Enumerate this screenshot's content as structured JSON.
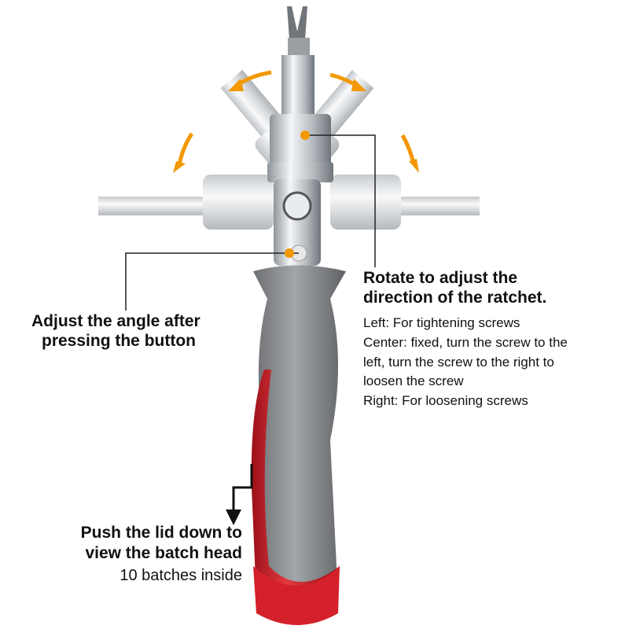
{
  "colors": {
    "accent": "#f39800",
    "handle_gray": "#8a8c8e",
    "handle_red": "#d4202a",
    "metal": "#c8ccd0"
  },
  "callouts": {
    "ratchet": {
      "title_line1": "Rotate to adjust the",
      "title_line2": "direction of the ratchet.",
      "details": [
        "Left: For tightening screws",
        "Center: fixed, turn the screw to the",
        "left, turn the screw to the right to",
        "loosen the screw",
        "Right: For loosening screws"
      ]
    },
    "angle": {
      "line1": "Adjust the angle after",
      "line2": "pressing the button"
    },
    "lid": {
      "line1": "Push the lid down to",
      "line2": "view the batch head",
      "note": "10 batches inside"
    }
  }
}
